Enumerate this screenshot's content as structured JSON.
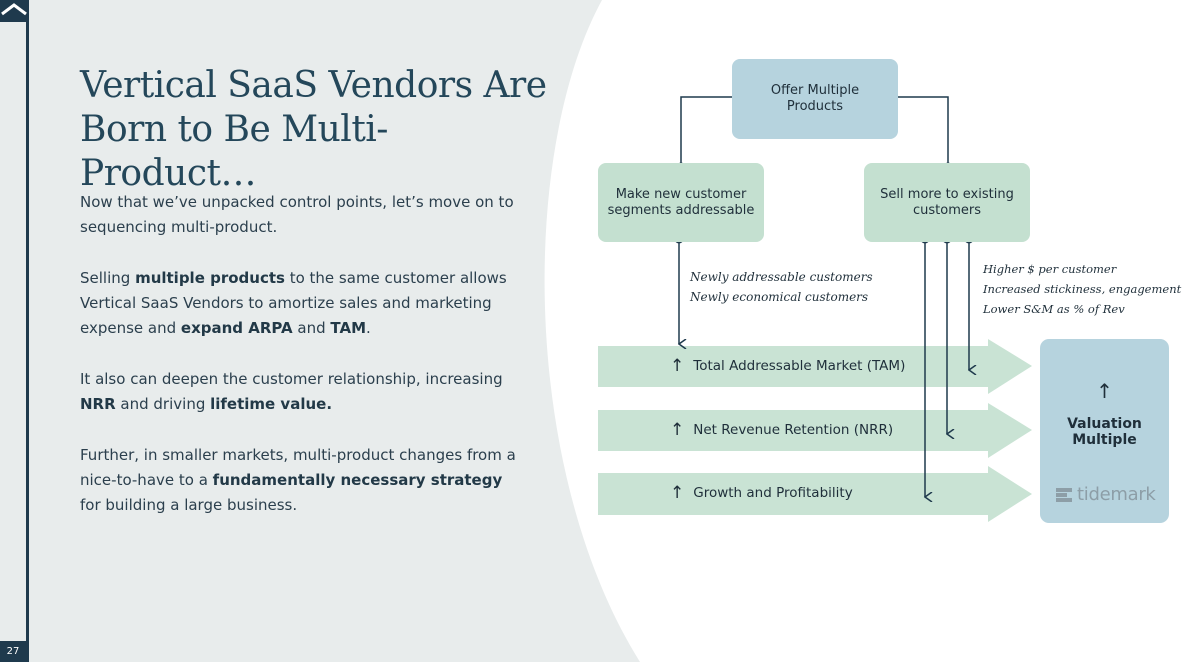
{
  "slide": {
    "page_number": "27",
    "title_line1": "Vertical SaaS Vendors Are",
    "title_line2": "Born to Be Multi-Product…"
  },
  "body": {
    "p1": "Now that we’ve unpacked control points, let’s move on to sequencing multi-product.",
    "p2": {
      "t1": "Selling ",
      "b1": "multiple products",
      "t2": " to the same customer allows Vertical SaaS Vendors to amortize sales and marketing expense and ",
      "b2": "expand ARPA",
      "t3": " and ",
      "b3": "TAM",
      "t4": "."
    },
    "p3": {
      "t1": "It also can deepen the customer relationship, increasing ",
      "b1": "NRR",
      "t2": " and driving ",
      "b2": "lifetime value."
    },
    "p4": {
      "t1": "Further, in smaller markets, multi-product changes from a nice-to-have to a ",
      "b1": "fundamentally necessary strategy",
      "t2": " for building a large business."
    }
  },
  "diagram": {
    "top_box": "Offer Multiple Products",
    "left_box": "Make new customer segments addressable",
    "right_box": "Sell more to existing customers",
    "left_annotations": [
      "Newly addressable customers",
      "Newly economical customers"
    ],
    "right_annotations": [
      "Higher $ per customer",
      "Increased stickiness, engagement",
      "Lower S&M as % of Rev"
    ],
    "arrows": [
      {
        "label": "Total Addressable Market (TAM)"
      },
      {
        "label": "Net Revenue Retention (NRR)"
      },
      {
        "label": "Growth and Profitability"
      }
    ],
    "up_symbol": "↑",
    "valuation_label": "Valuation Multiple",
    "brand": "tidemark"
  },
  "colors": {
    "title": "#24475a",
    "navy": "#1f3a4d",
    "panel_bg": "#e8ecec",
    "box_blue": "#b6d3de",
    "box_green": "#c4e0d0",
    "arrow_fill": "#c9e3d4",
    "connector": "#1f3a4d"
  }
}
